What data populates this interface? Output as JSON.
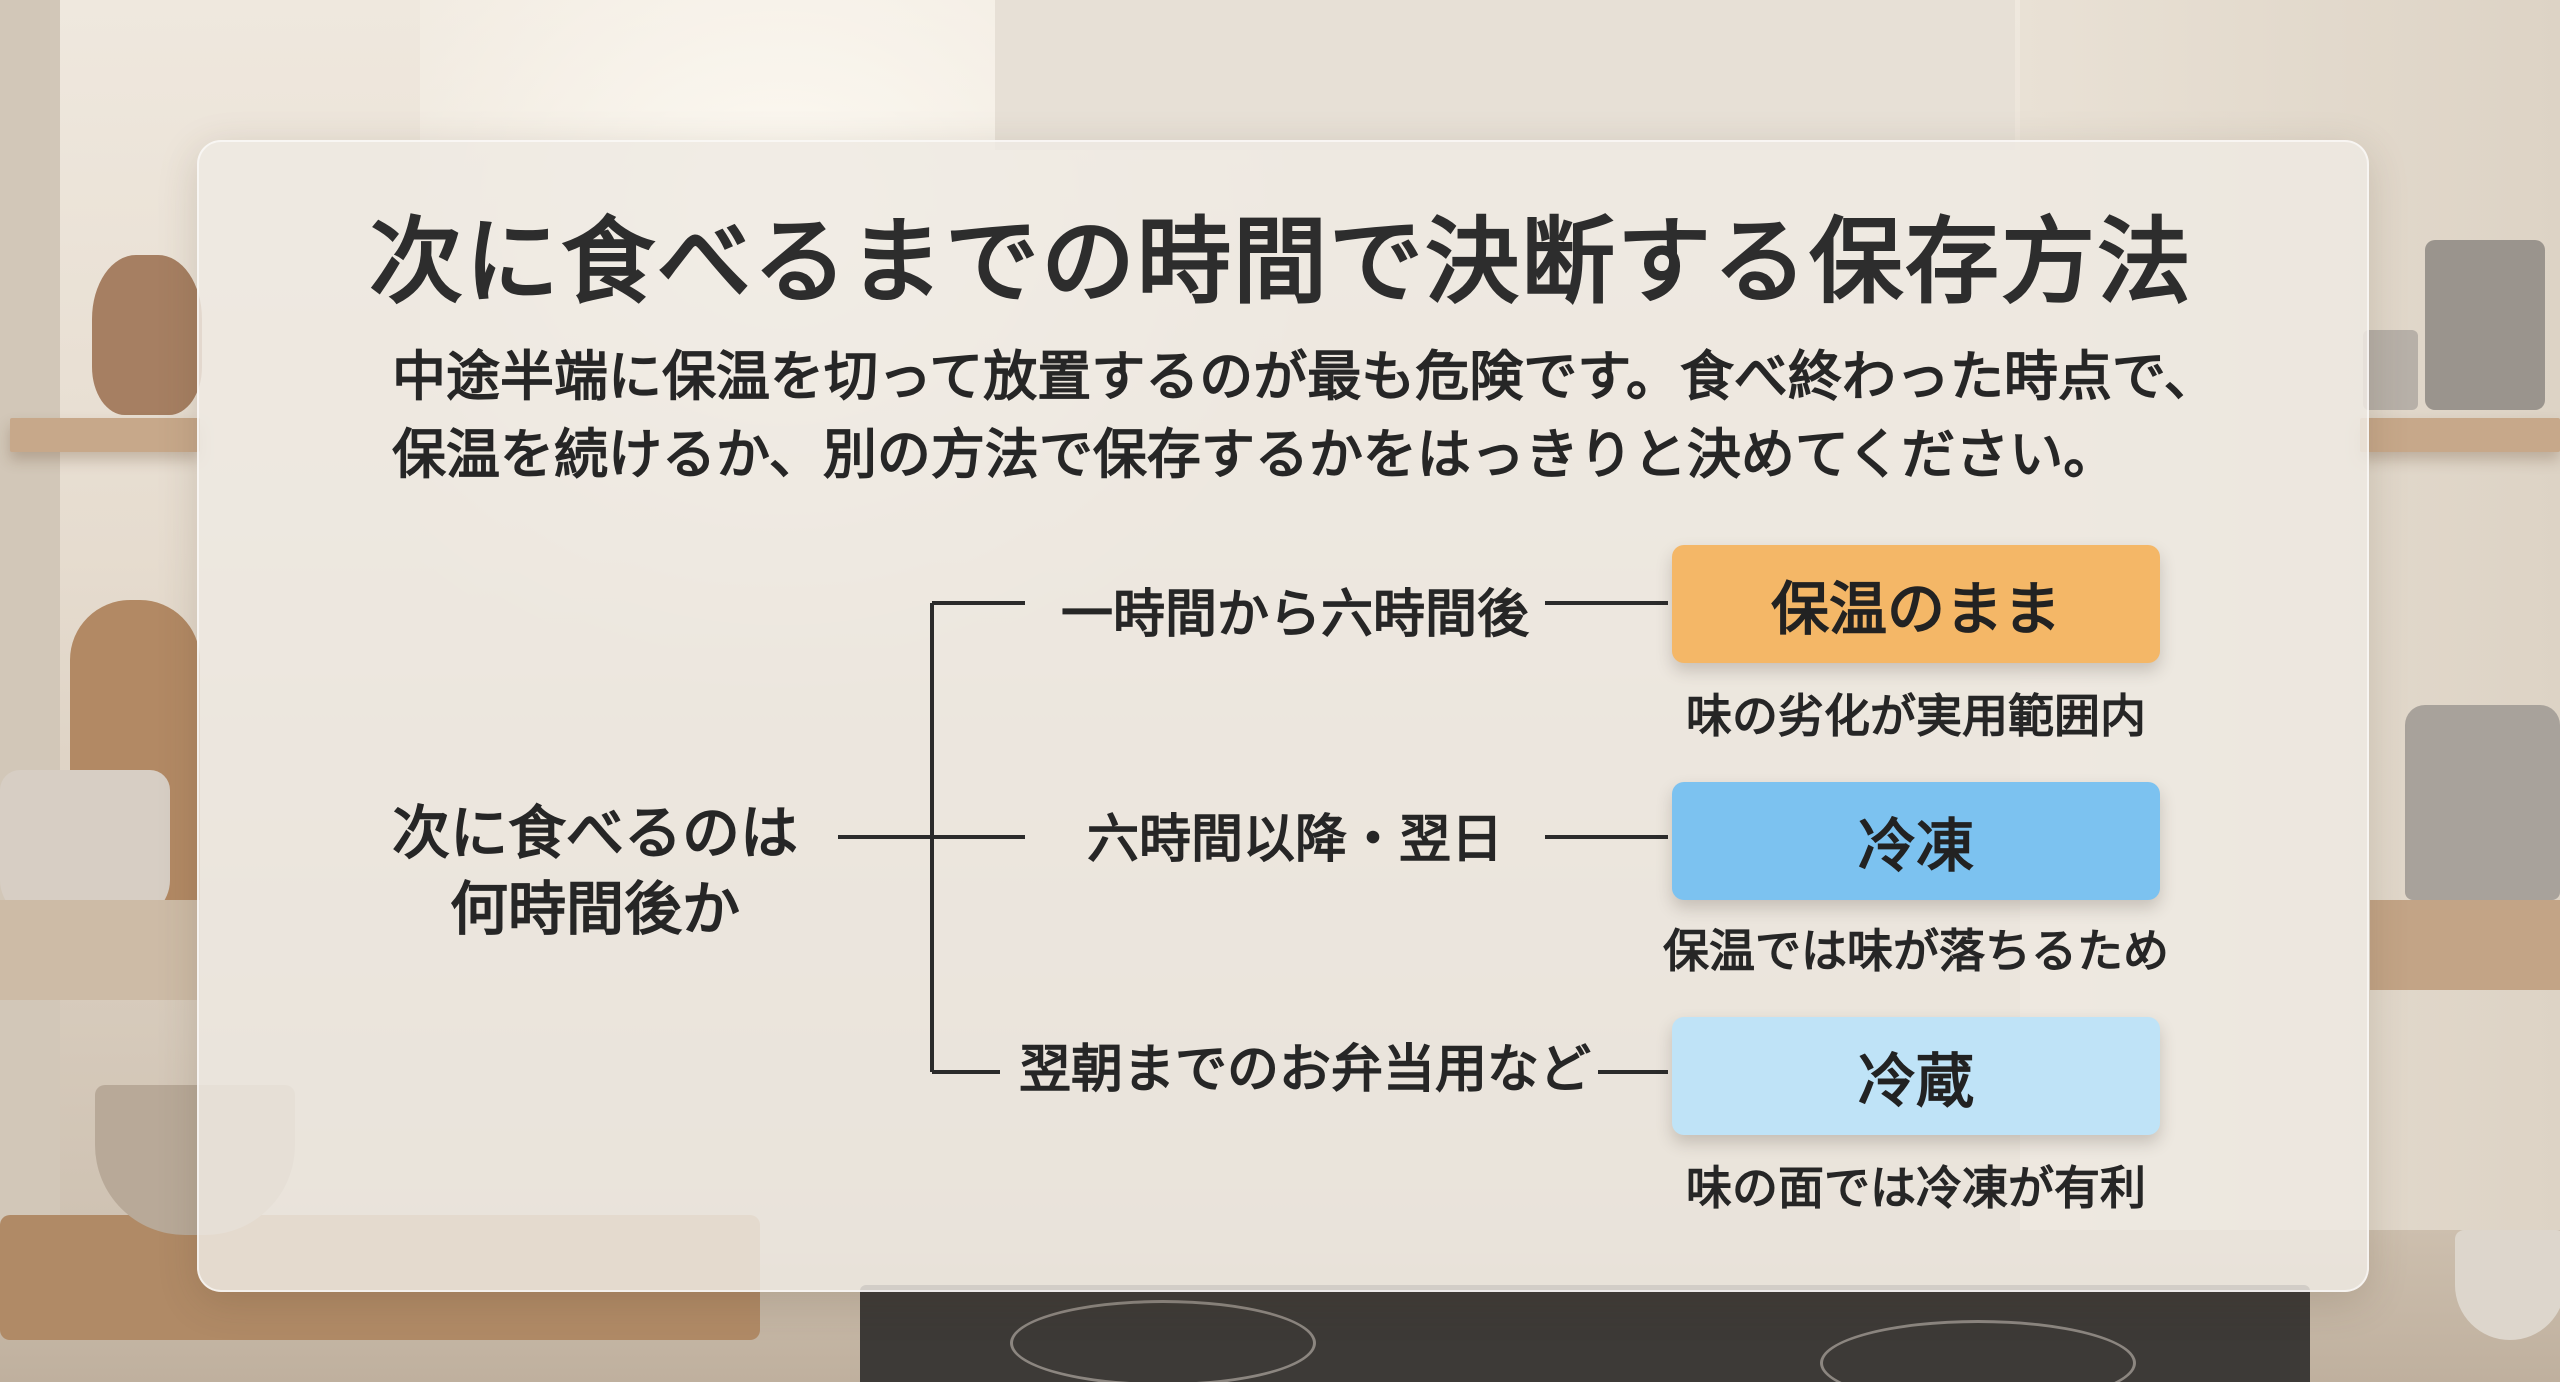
{
  "title": "次に食べるまでの時間で決断する保存方法",
  "subtitle": {
    "line1": "中途半端に保温を切って放置するのが最も危険です。食べ終わった時点で、",
    "line2": "保温を続けるか、別の方法で保存するかをはっきりと決めてください。"
  },
  "diagram": {
    "root": {
      "line1": "次に食べるのは",
      "line2": "何時間後か"
    },
    "branches": [
      {
        "condition": "一時間から六時間後",
        "result": "保温のまま",
        "note": "味の劣化が実用範囲内",
        "color": "#f4b767"
      },
      {
        "condition": "六時間以降・翌日",
        "result": "冷凍",
        "note": "保温では味が落ちるため",
        "color": "#7cc2f0"
      },
      {
        "condition": "翌朝までのお弁当用など",
        "result": "冷蔵",
        "note": "味の面では冷凍が有利",
        "color": "#bfe3f7"
      }
    ]
  }
}
